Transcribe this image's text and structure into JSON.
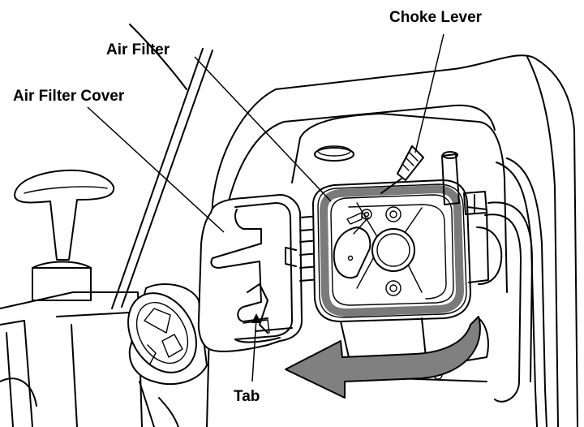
{
  "labels": {
    "choke_lever": "Choke Lever",
    "air_filter": "Air Filter",
    "air_filter_cover": "Air Filter Cover",
    "tab": "Tab"
  },
  "colors": {
    "line": "#000000",
    "background": "#ffffff",
    "filter_gasket": "#7a7a7a",
    "arrow_fill": "#808080"
  }
}
